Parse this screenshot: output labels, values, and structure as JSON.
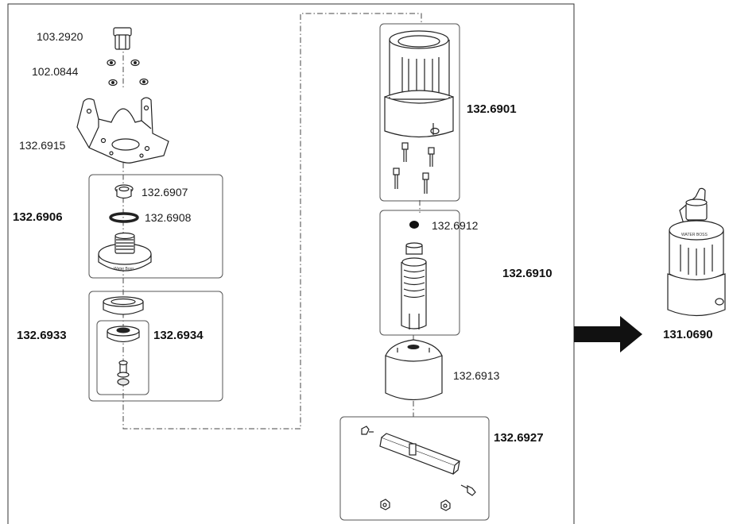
{
  "parts": {
    "p103_2920": "103.2920",
    "p102_0844": "102.0844",
    "p132_6915": "132.6915",
    "p132_6907": "132.6907",
    "p132_6908": "132.6908",
    "p132_6906": "132.6906",
    "p132_6933": "132.6933",
    "p132_6934": "132.6934",
    "p132_6901": "132.6901",
    "p132_6912": "132.6912",
    "p132_6910": "132.6910",
    "p132_6913": "132.6913",
    "p132_6927": "132.6927",
    "p131_0690": "131.0690"
  },
  "embossed": {
    "base_text": "Water Boss",
    "assembly_text": "WATER BOSS"
  },
  "colors": {
    "line": "#222222",
    "box_border": "#555555",
    "arrow": "#111111"
  }
}
